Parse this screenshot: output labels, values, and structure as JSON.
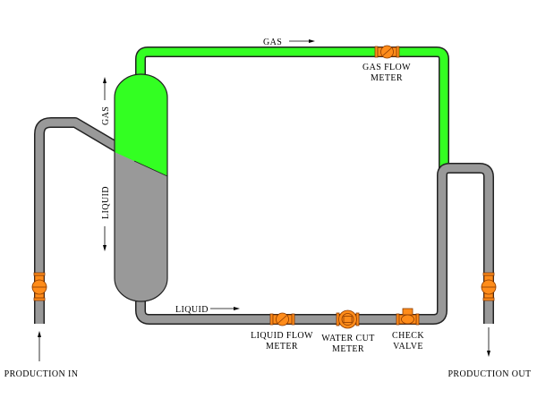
{
  "colors": {
    "gas": "#33ff22",
    "liquid": "#999999",
    "pipe_outline": "#222222",
    "valve": "#ff8c1a",
    "valve_outline": "#8a3a00",
    "text": "#000000"
  },
  "flow_labels": {
    "gas_top": "GAS",
    "gas_vessel": "GAS",
    "liquid_vessel": "LIQUID",
    "liquid_bottom": "LIQUID"
  },
  "components": {
    "gas_flow_meter": {
      "line1": "GAS FLOW",
      "line2": "METER"
    },
    "liquid_flow_meter": {
      "line1": "LIQUID FLOW",
      "line2": "METER"
    },
    "water_cut_meter": {
      "line1": "WATER CUT",
      "line2": "METER"
    },
    "check_valve": {
      "line1": "CHECK",
      "line2": "VALVE"
    }
  },
  "endpoints": {
    "production_in": "PRODUCTION IN",
    "production_out": "PRODUCTION OUT"
  }
}
